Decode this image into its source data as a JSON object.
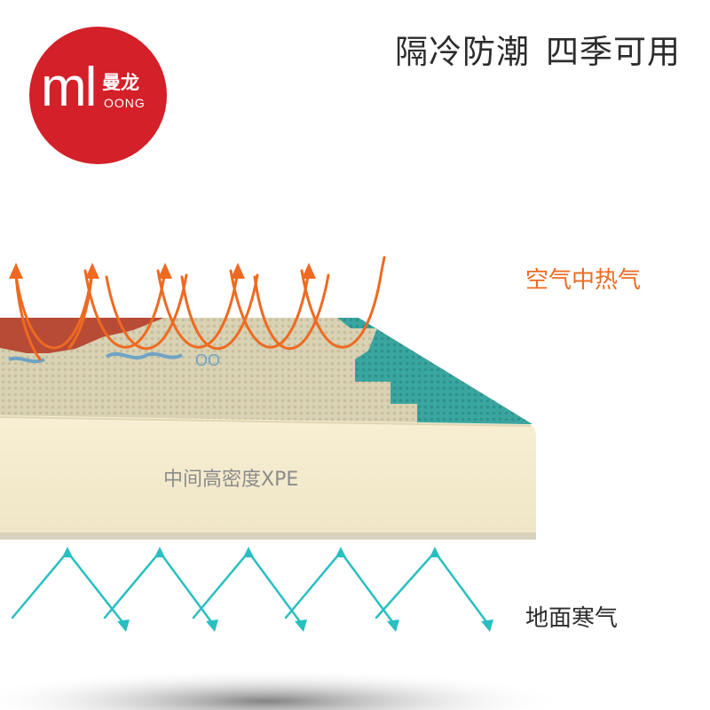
{
  "brand": {
    "logo_mark": "ml",
    "logo_cn": "曼龙",
    "logo_en": "OONG",
    "brand_color": "#d32029"
  },
  "headline": {
    "part1": "隔冷防潮",
    "part2": "四季可用"
  },
  "labels": {
    "air_heat": "空气中热气",
    "core_material": "中间高密度XPE",
    "ground_cold": "地面寒气"
  },
  "colors": {
    "heat_arrow": "#ee6a22",
    "cold_arrow": "#29bfc1",
    "mat_teal": "#3aa6a0",
    "mat_foam": "#f4ebcf"
  },
  "icons": {
    "heat_arrows": "wave-arrow-up-icon",
    "cold_arrows": "zigzag-arrow-down-icon"
  }
}
